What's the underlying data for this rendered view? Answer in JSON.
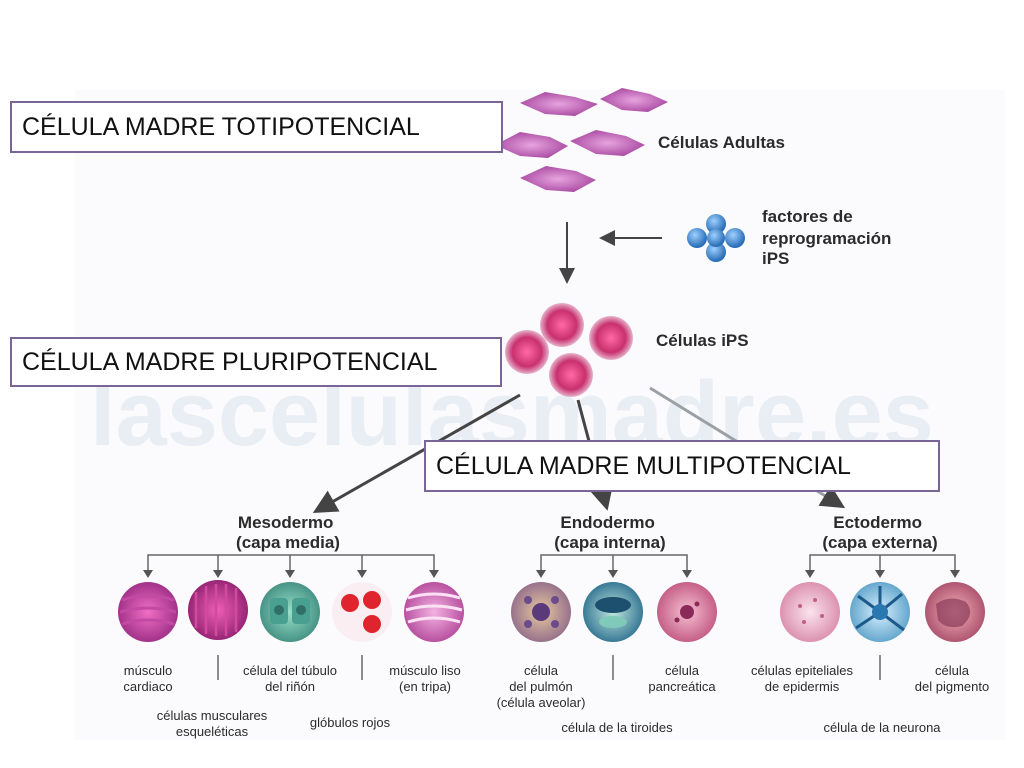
{
  "callouts": {
    "totipotent": "CÉLULA MADRE TOTIPOTENCIAL",
    "pluripotent": "CÉLULA MADRE PLURIPOTENCIAL",
    "multipotent": "CÉLULA MADRE MULTIPOTENCIAL"
  },
  "watermark": "lascelulasmadre.es",
  "labels": {
    "adult_cells": "Células Adultas",
    "reprogramming": [
      "factores de",
      "reprogramación",
      "iPS"
    ],
    "ips_cells": "Células iPS"
  },
  "layers": {
    "mesoderm": {
      "name": "Mesodermo",
      "sub": "(capa media)"
    },
    "endoderm": {
      "name": "Endodermo",
      "sub": "(capa interna)"
    },
    "ectoderm": {
      "name": "Ectodermo",
      "sub": "(capa externa)"
    }
  },
  "cell_labels": {
    "cardiac": [
      "músculo",
      "cardiaco"
    ],
    "kidney": [
      "célula del túbulo",
      "del riñón"
    ],
    "smooth": [
      "músculo liso",
      "(en tripa)"
    ],
    "skeletal": [
      "células musculares",
      "esqueléticas"
    ],
    "blood": "glóbulos rojos",
    "lung": [
      "célula",
      "del pulmón",
      "(célula aveolar)"
    ],
    "pancreatic": [
      "célula",
      "pancreática"
    ],
    "thyroid": "célula de la tiroides",
    "epithelial": [
      "células epiteliales",
      "de epidermis"
    ],
    "pigment": [
      "célula",
      "del pigmento"
    ],
    "neuron": "célula de la neurona"
  },
  "colors": {
    "callout_border": "#7b6496",
    "adult_cell": "#b04aa8",
    "factor": "#3a86cc",
    "ips_cell": "#d4387a",
    "arrow": "#444444"
  }
}
